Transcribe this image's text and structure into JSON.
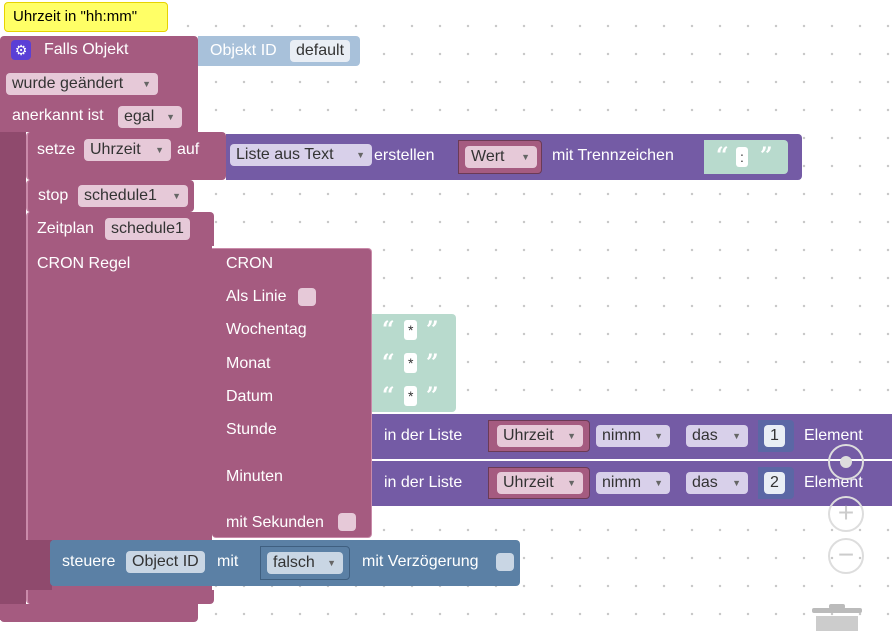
{
  "comment_label": "Uhrzeit in \"hh:mm\"",
  "event": {
    "title": "Falls Objekt",
    "object_id_label": "Objekt ID",
    "object_id_value": "default",
    "changed_value": "wurde geändert",
    "ack_label": "anerkannt ist",
    "ack_value": "egal"
  },
  "set_block": {
    "label": "setze",
    "variable": "Uhrzeit",
    "to_label": "auf",
    "list_mode": "Liste aus Text",
    "create_label": "erstellen",
    "value_var": "Wert",
    "delimiter_label": "mit Trennzeichen",
    "delimiter": ":"
  },
  "stop_block": {
    "label": "stop",
    "schedule": "schedule1"
  },
  "schedule_block": {
    "label": "Zeitplan",
    "name": "schedule1",
    "cron_rule": "CRON Regel"
  },
  "cron_block": {
    "title": "CRON",
    "as_line": "Als Linie",
    "weekday": "Wochentag",
    "month": "Monat",
    "date": "Datum",
    "hour": "Stunde",
    "minutes": "Minuten",
    "with_seconds": "mit Sekunden",
    "star": "*"
  },
  "list_rows": [
    {
      "in_list": "in der Liste",
      "variable": "Uhrzeit",
      "take": "nimm",
      "which": "das",
      "index": "1",
      "element": "Element"
    },
    {
      "in_list": "in der Liste",
      "variable": "Uhrzeit",
      "take": "nimm",
      "which": "das",
      "index": "2",
      "element": "Element"
    }
  ],
  "control_block": {
    "label": "steuere",
    "object": "Object ID",
    "with_label": "mit",
    "value": "falsch",
    "delay_label": "mit Verzögerung"
  },
  "colors": {
    "event_block": "#a55b80",
    "list_block": "#745ba5",
    "control_block": "#5b80a5",
    "text_block": "#b8dacd",
    "comment": "#ffff66"
  },
  "workspace_icons": [
    "target-icon",
    "zoom-in-icon",
    "zoom-out-icon",
    "trash-icon"
  ]
}
